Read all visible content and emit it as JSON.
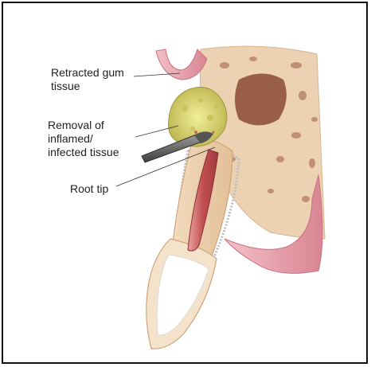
{
  "labels": {
    "gum": "Retracted gum\ntissue",
    "removal": "Removal of\ninflamed/\ninfected tissue",
    "root_tip": "Root tip"
  },
  "colors": {
    "bone": "#ecd2b3",
    "bone_pore": "#b07458",
    "gum": "#e7a2ad",
    "gum_dark": "#c9707f",
    "lesion": "#d9d46b",
    "canal": "#c75a5e",
    "instrument": "#6a6a6a"
  }
}
